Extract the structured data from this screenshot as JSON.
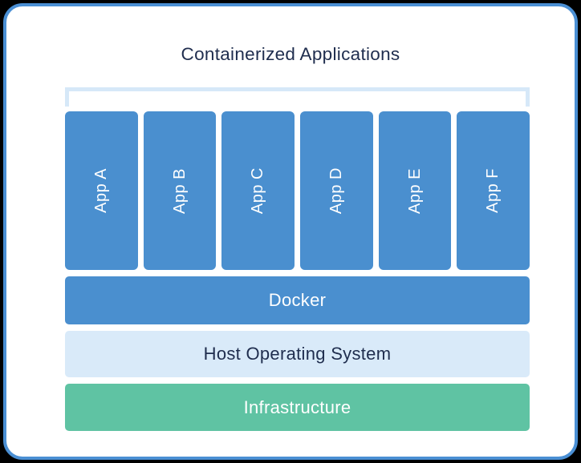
{
  "page": {
    "background": "#000000"
  },
  "card": {
    "background": "#ffffff",
    "border_color": "#4a8fd4"
  },
  "diagram": {
    "title": "Containerized Applications",
    "title_color": "#1f2d4e",
    "bracket_color": "#d6e8f8",
    "app_block_color": "#4a8fcf",
    "app_text_color": "#ffffff",
    "apps": [
      "App A",
      "App B",
      "App C",
      "App D",
      "App E",
      "App F"
    ],
    "layers": [
      {
        "label": "Docker",
        "bg": "#4a8fcf",
        "text_color": "#ffffff"
      },
      {
        "label": "Host Operating System",
        "bg": "#d9eaf9",
        "text_color": "#1f2d4e"
      },
      {
        "label": "Infrastructure",
        "bg": "#5fc3a3",
        "text_color": "#ffffff"
      }
    ]
  }
}
